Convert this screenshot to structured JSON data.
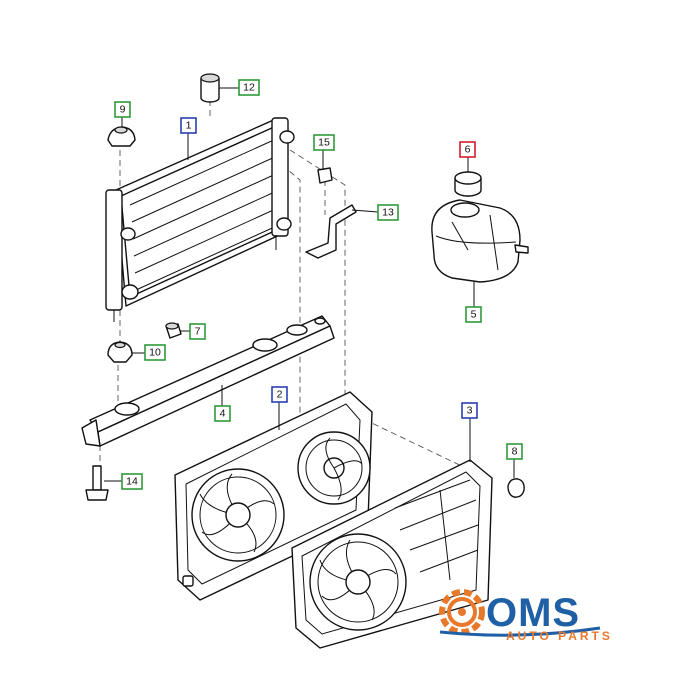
{
  "diagram": {
    "callouts": [
      {
        "id": "1",
        "color": "#2b3fb3"
      },
      {
        "id": "2",
        "color": "#2b3fb3"
      },
      {
        "id": "3",
        "color": "#2b3fb3"
      },
      {
        "id": "4",
        "color": "#2e9a3a"
      },
      {
        "id": "5",
        "color": "#2e9a3a"
      },
      {
        "id": "6",
        "color": "#d11f2b"
      },
      {
        "id": "7",
        "color": "#2e9a3a"
      },
      {
        "id": "8",
        "color": "#2e9a3a"
      },
      {
        "id": "9",
        "color": "#2e9a3a"
      },
      {
        "id": "10",
        "color": "#2e9a3a"
      },
      {
        "id": "12",
        "color": "#2e9a3a"
      },
      {
        "id": "13",
        "color": "#2e9a3a"
      },
      {
        "id": "14",
        "color": "#2e9a3a"
      },
      {
        "id": "15",
        "color": "#2e9a3a"
      }
    ]
  },
  "logo": {
    "name": "OMS",
    "tagline": "AUTO PARTS",
    "primary_color": "#1f5fa6",
    "accent_color": "#e8782a"
  }
}
